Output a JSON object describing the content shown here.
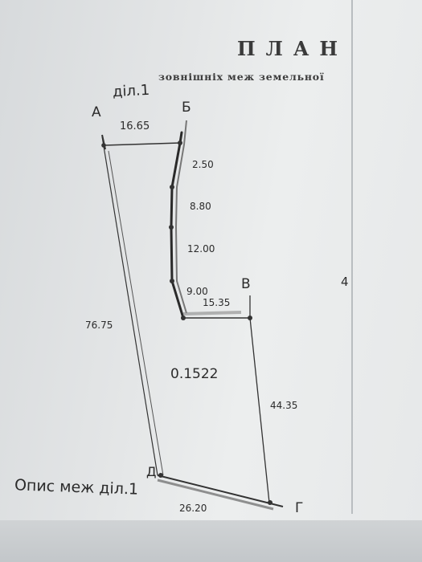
{
  "header": {
    "title": "ПЛАН",
    "subtitle": "зовнішніх меж земельної"
  },
  "plot": {
    "parcel_label": "діл.1",
    "area": "0.1522",
    "vertices": {
      "a": "А",
      "b": "Б",
      "v": "В",
      "g": "Г",
      "d": "Д"
    },
    "side_digit": "4",
    "lengths": {
      "ab": "16.65",
      "b1": "2.50",
      "b2": "8.80",
      "b3": "12.00",
      "b4": "9.00",
      "bv": "15.35",
      "vg": "44.35",
      "gd": "26.20",
      "da": "76.75"
    }
  },
  "footer": {
    "description": "Опис меж діл.1"
  }
}
